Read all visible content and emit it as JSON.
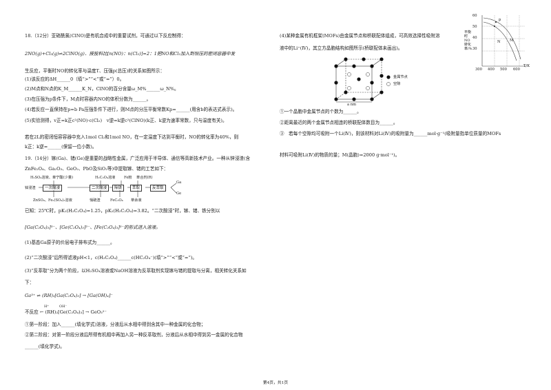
{
  "left": {
    "q18_title": "18.（12分）亚硝酰氯(ClNO)是有机合成中的重要试剂，可通过以下反应制得：",
    "q18_eq": "2NO(g)+Cl₂(g)⇌2ClNO(g)．按投料比[n(NO)：n(Cl₂)]=2：1把NO和Cl₂加入到恒压的密闭容器中发",
    "q18_eq2": "生反应，平衡时NO的转化率与温度T、压强p(总压)的关系如图所示：",
    "q18_1": "(1)该反应的ΔH______0（填“>”“<”或“=”）0。",
    "q18_2": "(2)M点和N点的K_M______K_N，ClNO的百分含量ω_M%______ω_N%。",
    "q18_3": "(3)在压强为p条件下，M点时容器内NO的体积分数为______。",
    "q18_4": "(4)若反应一直保持在p=b Pa压强条件下进行，则M点的分压平衡常数Kp=______(用含b的表达式表示)。",
    "q18_5": "(5)实验测得，v正=k正c²(NO)·c(Cl₂)　v逆=k逆c²(ClNO)(k正、k逆为速率常数，只与温度有关)。",
    "q18_6": "若在2L的密闭恒容容器中充入1mol Cl₂和1mol NO，在一定温度下达到平衡时，NO的转化率为40%，则",
    "q18_7": "k正：k逆=______(保留一位小数)。",
    "q19_title": "19.（14分）镓(Ga)、锗(Ge)是重要的战略性金属，广泛应用于半导体、通信等高新技术产业。一种从锌浸渣(含",
    "q19_title2": "ZnFe₂O₄、Ga₂O₃、GeO₂、PbO及SiO₂等)中提取镓、锗的工艺如下：",
    "flow": {
      "top1": "H₂SO₄溶液、单宁酸(少量)",
      "top2": "H₂C₂O₄溶液",
      "top3": "Fe粉",
      "top4": "萃合剂(R)",
      "start": "锌浸渣",
      "b1": "一次酸浸",
      "b2": "二次酸浸",
      "b3": "除铁",
      "b4": "萃取",
      "b5": "反萃取",
      "bot1": "ZnSO₄、Fe₂(SO₄)₃溶液",
      "bot2": "悄硫渣",
      "bot3": "FeC₂O₄",
      "bot4": "萃余液",
      "out1": "Ga",
      "out2": "Ge"
    },
    "q19_known": "已知：25℃时，pK₁(H₂C₂O₄)=1.25，pK₂(H₂C₂O₄)=3.82。“二次酸浸”时，镓、锗、铁分别以",
    "q19_known2": "[Ga(C₂O₄)₃]³⁻、[Ge(C₂O₄)₃]²⁻、[Fe(C₂O₄)₃]³⁻的形式进入溶液。",
    "q19_1": "(1)基态Ga原子的价层电子排布式为______。",
    "q19_2": "(2)“二次酸浸”后所得滤液pH<1，c(H₂C₂O₄)______c(HC₂O₄⁻)(填“>”“<”或“=”)。",
    "q19_3": "(3)“反萃取”分为两个阶段，以H₂SO₄溶液或NaOH溶液为反萃取剂实现镓与锗的提取与分离，相关转化关系如",
    "q19_3b": "下：",
    "q19_r1": "Ga³⁺ ⇌ (RH)₃[Ga(C₂O₄)₃] → [Ga(OH)₄]⁻",
    "q19_r2": "不反应 ← (RH)₂[Ge(C₂O₄)₃] → GeO₃²⁻",
    "q19_r2b": "H⁺　　　OH⁻",
    "q19_s1": "①第一阶段：加入______(填化学式)溶液，分液后从水相中得到含其中一种金属的化合物；",
    "q19_s2": "②第二阶段：对第一阶段分液后所得有机相中再加入另一种反萃取剂，分液后从水相中得到另一金属的化合物",
    "q19_s3": "______(填化学式)。"
  },
  "right": {
    "q4_1": "(4)某种金属有机框架(MOFs)由金属节点和桥联配体组成，可高效选择性吸附溶",
    "q4_2": "液中的Li⁺(Ⅳ)，其立方晶胞结构如图所示(桥联配体未画出)。",
    "legend1": "金属节点",
    "legend2": "空隙",
    "cube_label": "a nm",
    "q4_a": "①一个晶胞中金属节点的个数为______。",
    "q4_b": "②距离最近的两个金属节点相连的桥联配体数目为______。",
    "q4_c": "③　若每个空隙均可吸附一个Li(Ⅳ)，则该材料对Li(Ⅳ)的吸附量为______mol·g⁻¹(吸附量指单位质量的MOFs",
    "q4_d": "材料可吸附Li(Ⅳ)的物质的量；M(晶胞)=2000 g·mol⁻¹)。",
    "graph": {
      "ylabel": "平衡时NO转化率/%",
      "xlabel": "T/K",
      "yticks": [
        "60",
        "50",
        "40",
        "30"
      ],
      "xticks": [
        "300",
        "400",
        "500",
        "600"
      ],
      "curves": [
        "p",
        "M",
        "N"
      ]
    }
  },
  "footer": "第4页，共1页"
}
